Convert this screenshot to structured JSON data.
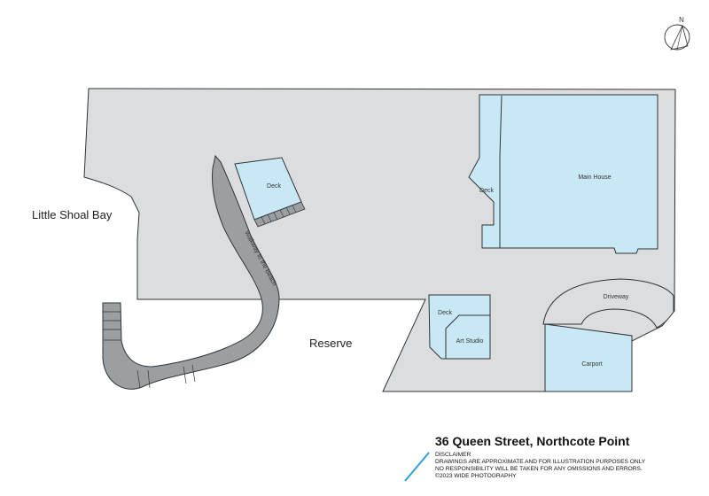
{
  "compass": {
    "letter": "N",
    "icon": "north-compass-icon"
  },
  "labels": {
    "bay": "Little Shoal Bay",
    "reserve": "Reserve",
    "deck_upper": "Deck",
    "walkway": "Walkway to the Beach",
    "deck_house": "Deck",
    "main_house": "Main House",
    "driveway": "Driveway",
    "deck_studio": "Deck",
    "art_studio": "Art Studio",
    "carport": "Carport"
  },
  "footer": {
    "address": "36 Queen Street, Northcote Point",
    "disclaimer_title": "DISCLAIMER",
    "disclaimer_line1": "DRAWINGS ARE APPROXIMATE AND FOR ILLUSTRATION PURPOSES ONLY",
    "disclaimer_line2": "NO RESPONSIBILITY WILL BE TAKEN FOR ANY OMISSIONS AND ERRORS.",
    "copyright": "©2023 WIDE PHOTOGRAPHY"
  },
  "colors": {
    "land": "#dcdddf",
    "building": "#c9e8f6",
    "outline": "#2f3436",
    "walkway": "#9c9fa2",
    "accent_stroke": "#2aa3d8"
  }
}
